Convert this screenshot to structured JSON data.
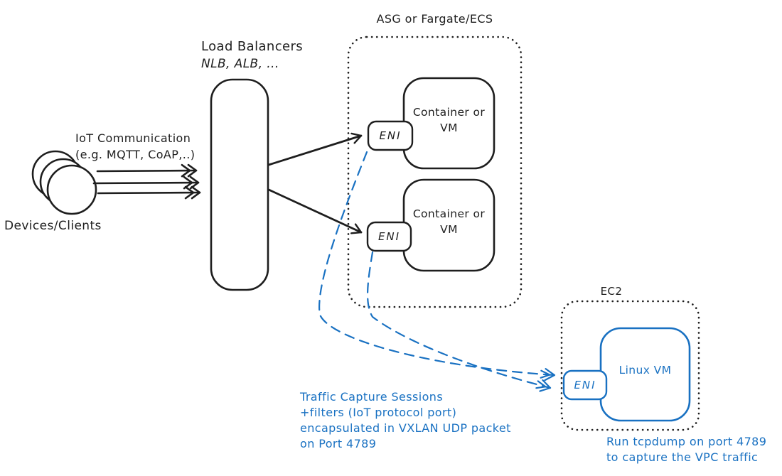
{
  "colors": {
    "ink": "#1e1e1e",
    "accent_blue": "#1971c2",
    "background": "#ffffff"
  },
  "diagram": {
    "devices": {
      "label": "Devices/Clients"
    },
    "iot": {
      "line1": "IoT Communication",
      "line2": "(e.g. MQTT, CoAP,..)"
    },
    "load_balancer": {
      "line1": "Load Balancers",
      "line2": "NLB, ALB, ..."
    },
    "asg": {
      "title": "ASG or Fargate/ECS",
      "container1": {
        "line1": "Container or",
        "line2": "VM",
        "eni": "ENI"
      },
      "container2": {
        "line1": "Container or",
        "line2": "VM",
        "eni": "ENI"
      }
    },
    "ec2": {
      "title": "EC2",
      "vm": "Linux VM",
      "eni": "ENI",
      "note_line1": "Run tcpdump on port 4789",
      "note_line2": "to capture the VPC traffic"
    },
    "capture_note": {
      "line1": "Traffic Capture Sessions",
      "line2": "+filters (IoT protocol port)",
      "line3": "encapsulated in VXLAN UDP packet",
      "line4": "on Port 4789"
    }
  }
}
